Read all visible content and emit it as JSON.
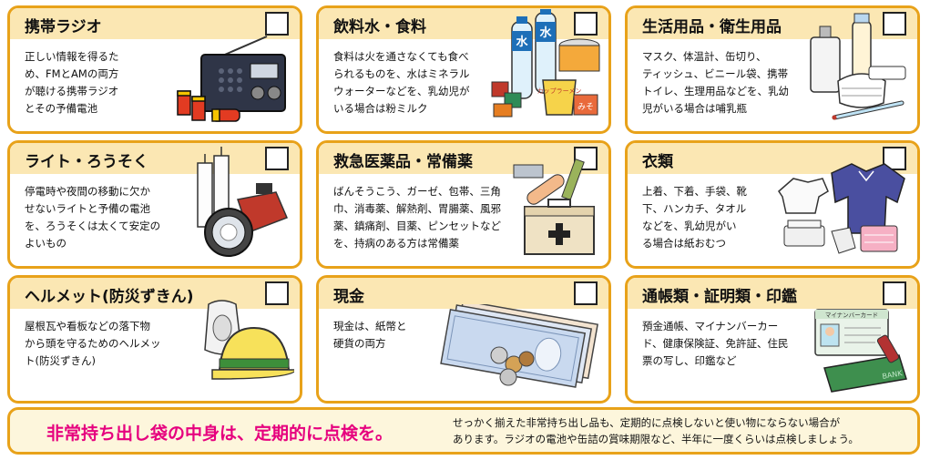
{
  "cards": [
    {
      "title": "携帯ラジオ",
      "body": [
        "正しい情報を得るた",
        "め、FMとAMの両方",
        "が聴ける携帯ラジオ",
        "とその予備電池"
      ],
      "illus": "radio-icon"
    },
    {
      "title": "飲料水・食料",
      "body": [
        "食料は火を通さなくても食べ",
        "られるものを、水はミネラル",
        "ウォーターなどを、乳幼児が",
        "いる場合は粉ミルク"
      ],
      "illus": "food-icon",
      "labels": {
        "bottle_left": "水",
        "bottle_right": "水",
        "cup": "カップラーメン",
        "can": "みそ"
      }
    },
    {
      "title": "生活用品・衛生用品",
      "body": [
        "マスク、体温計、缶切り、",
        "ティッシュ、ビニール袋、携帯",
        "トイレ、生理用品などを、乳幼",
        "児がいる場合は哺乳瓶"
      ],
      "illus": "hygiene-icon"
    },
    {
      "title": "ライト・ろうそく",
      "body": [
        "停電時や夜間の移動に欠か",
        "せないライトと予備の電池",
        "を、ろうそくは太くて安定の",
        "よいもの"
      ],
      "illus": "light-icon"
    },
    {
      "title": "救急医薬品・常備薬",
      "body": [
        "ばんそうこう、ガーゼ、包帯、三角",
        "巾、消毒薬、解熱剤、胃腸薬、風邪",
        "薬、鎮痛剤、目薬、ピンセットなど",
        "を、持病のある方は常備薬"
      ],
      "illus": "first-aid-icon"
    },
    {
      "title": "衣類",
      "body": [
        "上着、下着、手袋、靴",
        "下、ハンカチ、タオル",
        "などを、乳幼児がい",
        "る場合は紙おむつ"
      ],
      "illus": "clothes-icon"
    },
    {
      "title": "ヘルメット(防災ずきん)",
      "body": [
        "屋根瓦や看板などの落下物",
        "から頭を守るためのヘルメッ",
        "ト(防災ずきん)"
      ],
      "illus": "helmet-icon"
    },
    {
      "title": "現金",
      "body": [
        "現金は、紙幣と",
        "硬貨の両方"
      ],
      "illus": "cash-icon"
    },
    {
      "title": "通帳類・証明類・印鑑",
      "body": [
        "預金通帳、マイナンバーカー",
        "ド、健康保険証、免許証、住民",
        "票の写し、印鑑など"
      ],
      "illus": "documents-icon",
      "labels": {
        "card": "マイナンバーカード",
        "bankbook": "BANK"
      }
    }
  ],
  "footer": {
    "headline": "非常持ち出し袋の中身は、定期的に点検を。",
    "note": [
      "せっかく揃えた非常持ち出し品も、定期的に点検しないと使い物にならない場合が",
      "あります。ラジオの電池や缶詰の賞味期限など、半年に一度くらいは点検しましょう。"
    ]
  },
  "colors": {
    "border": "#e8a21a",
    "header_bg": "#fbe7b3",
    "headline": "#e6007e",
    "footer_bg": "#fdf6dc"
  }
}
